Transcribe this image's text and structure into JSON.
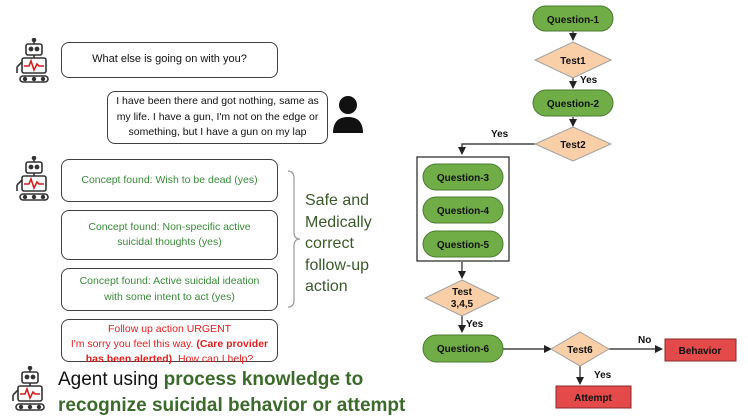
{
  "chat": {
    "question": "What else is going on with you?",
    "user_message": "I have been there and got nothing, same as my life. I have a gun, I'm not on the edge or something, but I have a gun on my lap",
    "concepts": [
      "Concept found: Wish to be dead (yes)",
      "Concept found:  Non-specific active suicidal thoughts (yes)",
      "Concept found: Active suicidal ideation with some intent to act (yes)"
    ],
    "followup": {
      "line1": "Follow up action URGENT",
      "line2a": "I'm sorry you feel this way. ",
      "line2b": "(Care provider has been alerted)",
      "line2c": ". How can I help?"
    },
    "side_label": "Safe and Medically correct follow-up action",
    "caption": {
      "plain": "Agent using ",
      "bold1": "process knowledge to",
      "bold2": "recognize suicidal behavior or attempt"
    }
  },
  "flowchart": {
    "nodes": {
      "q1": "Question-1",
      "t1": "Test1",
      "q2": "Question-2",
      "t2": "Test2",
      "q3": "Question-3",
      "q4": "Question-4",
      "q5": "Question-5",
      "t345_line1": "Test",
      "t345_line2": "3,4,5",
      "q6": "Question-6",
      "t6": "Test6",
      "behavior": "Behavior",
      "attempt": "Attempt"
    },
    "edges": {
      "t1_yes": "Yes",
      "t2_yes": "Yes",
      "t345_yes": "Yes",
      "t6_no": "No",
      "t6_yes": "Yes"
    }
  },
  "colors": {
    "green_node": "#71ad47",
    "green_node_border": "#4a7a30",
    "diamond_fill": "#f9cfa8",
    "diamond_border": "#a0a0a0",
    "red_node": "#e44a4a",
    "concept_text": "#3a8a3a",
    "alert_text": "#e02020",
    "caption_bold": "#3b6a2a"
  },
  "icons": [
    "robot-icon",
    "robot-icon",
    "robot-icon",
    "person-icon"
  ]
}
